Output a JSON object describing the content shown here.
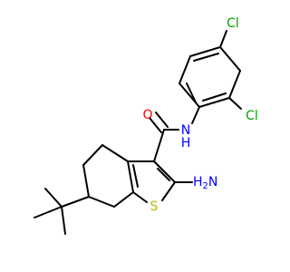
{
  "atoms": {
    "oxygen": "O",
    "amide_nitrogen": "N",
    "amide_hydrogen": "H",
    "chlorine_para": "Cl",
    "chlorine_ortho": "Cl",
    "amino_nitrogen": "N",
    "amino_hydrogen": "H",
    "amino_h_count": "2",
    "sulfur": "S"
  },
  "colors": {
    "background": "#ffffff",
    "bond": "#000000",
    "oxygen": "#ff0000",
    "nitrogen": "#0000ff",
    "chlorine": "#00a000",
    "sulfur": "#b8b800"
  }
}
